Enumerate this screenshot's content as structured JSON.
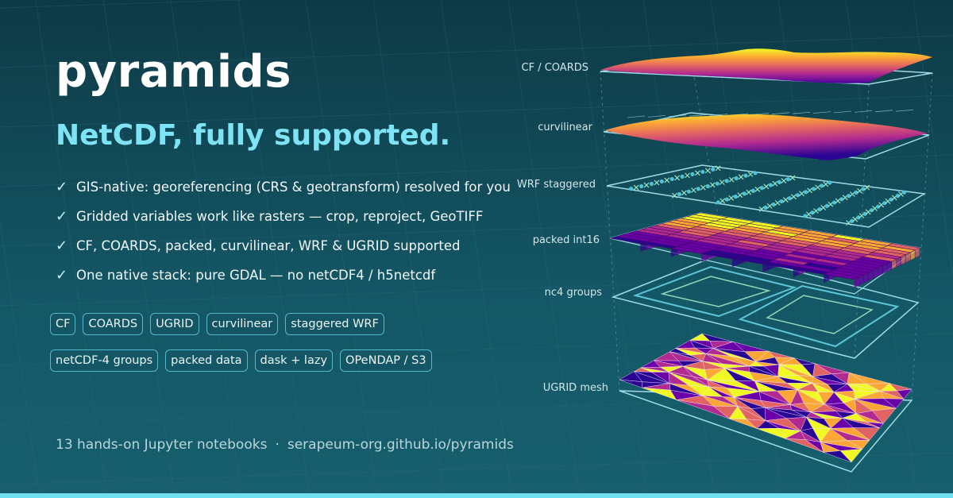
{
  "title": "pyramids",
  "subtitle": "NetCDF, fully supported.",
  "features": [
    "GIS-native: georeferencing (CRS & geotransform) resolved for you",
    "Gridded variables work like rasters — crop, reproject, GeoTIFF",
    "CF, COARDS, packed, curvilinear, WRF & UGRID supported",
    "One native stack: pure GDAL — no netCDF4 / h5netcdf"
  ],
  "check_glyph": "✓",
  "chips_row1": [
    "CF",
    "COARDS",
    "UGRID",
    "curvilinear",
    "staggered WRF"
  ],
  "chips_row2": [
    "netCDF-4 groups",
    "packed data",
    "dask + lazy",
    "OPeNDAP / S3"
  ],
  "footer": {
    "notebooks": "13 hands-on Jupyter notebooks",
    "separator": "·",
    "url": "serapeum-org.github.io/pyramids"
  },
  "layers": [
    "CF / COARDS",
    "curvilinear",
    "WRF staggered",
    "packed int16",
    "nc4 groups",
    "UGRID mesh"
  ],
  "colors": {
    "accent": "#7ee4f5",
    "chip_border": "#52b9cc",
    "outline": "#9fdbe6",
    "plasma": [
      "#2a0593",
      "#6a00a8",
      "#b12a90",
      "#e16462",
      "#fca636",
      "#f0f921"
    ]
  }
}
